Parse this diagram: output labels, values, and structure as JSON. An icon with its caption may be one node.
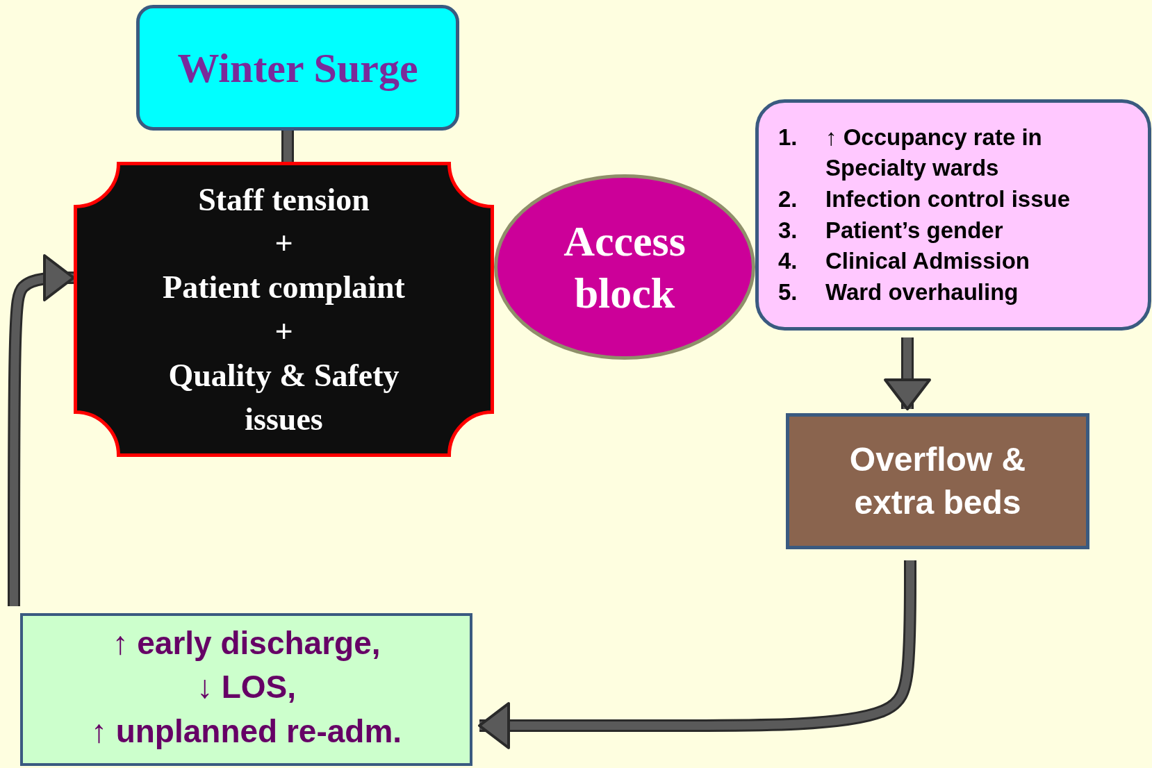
{
  "diagram": {
    "nodes": [
      {
        "text": [
          "Winter Surge"
        ]
      },
      {
        "text": [
          "Staff tension",
          "+",
          "Patient complaint",
          "+",
          "Quality & Safety issues"
        ]
      },
      {
        "text": [
          "Access block"
        ]
      },
      {
        "text": [
          "1. ↑ Occupancy rate in Specialty wards",
          "2. Infection control issue",
          "3. Patient’s gender",
          "4. Clinical Admission",
          "5. Ward overhauling"
        ]
      },
      {
        "text": [
          "Overflow & extra beds"
        ]
      },
      {
        "text": [
          "↑ early discharge,",
          "↓ LOS,",
          "↑ unplanned re-adm."
        ]
      }
    ],
    "edges": [
      {
        "from": 0,
        "to": 1,
        "arrow": "none"
      },
      {
        "from": 3,
        "to": 4,
        "arrow": "to"
      },
      {
        "from": 4,
        "to": 5,
        "arrow": "to"
      },
      {
        "from": 5,
        "to": 1,
        "arrow": "to"
      }
    ]
  }
}
